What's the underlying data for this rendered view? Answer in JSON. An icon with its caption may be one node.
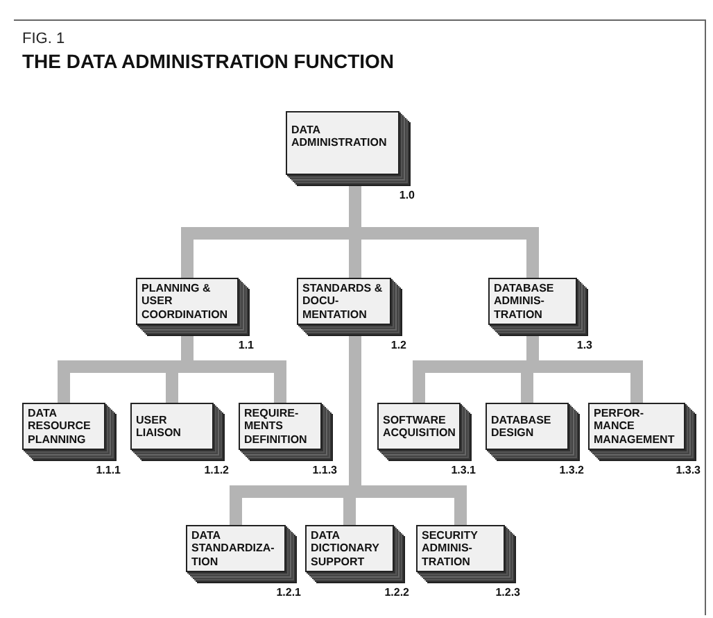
{
  "diagram": {
    "title": "THE DATA ADMINISTRATION FUNCTION",
    "nodes": [
      {
        "text": [
          "DATA ADMINISTRATION"
        ],
        "beside": [
          "1.0"
        ]
      },
      {
        "text": [
          "PLANNING & USER COORDINATION"
        ],
        "beside": [
          "1.1"
        ]
      },
      {
        "text": [
          "STANDARDS & DOCU-MENTATION"
        ],
        "beside": [
          "1.2"
        ]
      },
      {
        "text": [
          "DATABASE ADMINIS-TRATION"
        ],
        "beside": [
          "1.3"
        ]
      },
      {
        "text": [
          "DATA RESOURCE PLANNING"
        ],
        "beside": [
          "1.1.1"
        ]
      },
      {
        "text": [
          "USER LIAISON"
        ],
        "beside": [
          "1.1.2"
        ]
      },
      {
        "text": [
          "REQUIRE-MENTS DEFINITION"
        ],
        "beside": [
          "1.1.3"
        ]
      },
      {
        "text": [
          "SOFTWARE ACQUISITION"
        ],
        "beside": [
          "1.3.1"
        ]
      },
      {
        "text": [
          "DATABASE DESIGN"
        ],
        "beside": [
          "1.3.2"
        ]
      },
      {
        "text": [
          "PERFOR-MANCE MANAGEMENT"
        ],
        "beside": [
          "1.3.3"
        ]
      },
      {
        "text": [
          "DATA STANDARDIZA-TION"
        ],
        "beside": [
          "1.2.1"
        ]
      },
      {
        "text": [
          "DATA DICTIONARY SUPPORT"
        ],
        "beside": [
          "1.2.2"
        ]
      },
      {
        "text": [
          "SECURITY ADMINIS-TRATION"
        ],
        "beside": [
          "1.2.3"
        ]
      }
    ],
    "edges": [
      {
        "from": 0,
        "to": 1,
        "arrow": "none"
      },
      {
        "from": 0,
        "to": 2,
        "arrow": "none"
      },
      {
        "from": 0,
        "to": 3,
        "arrow": "none"
      },
      {
        "from": 1,
        "to": 4,
        "arrow": "none"
      },
      {
        "from": 1,
        "to": 5,
        "arrow": "none"
      },
      {
        "from": 1,
        "to": 6,
        "arrow": "none"
      },
      {
        "from": 3,
        "to": 7,
        "arrow": "none"
      },
      {
        "from": 3,
        "to": 8,
        "arrow": "none"
      },
      {
        "from": 3,
        "to": 9,
        "arrow": "none"
      },
      {
        "from": 2,
        "to": 10,
        "arrow": "none"
      },
      {
        "from": 2,
        "to": 11,
        "arrow": "none"
      },
      {
        "from": 2,
        "to": 12,
        "arrow": "none"
      }
    ],
    "labels": [
      "FIG. 1"
    ]
  }
}
